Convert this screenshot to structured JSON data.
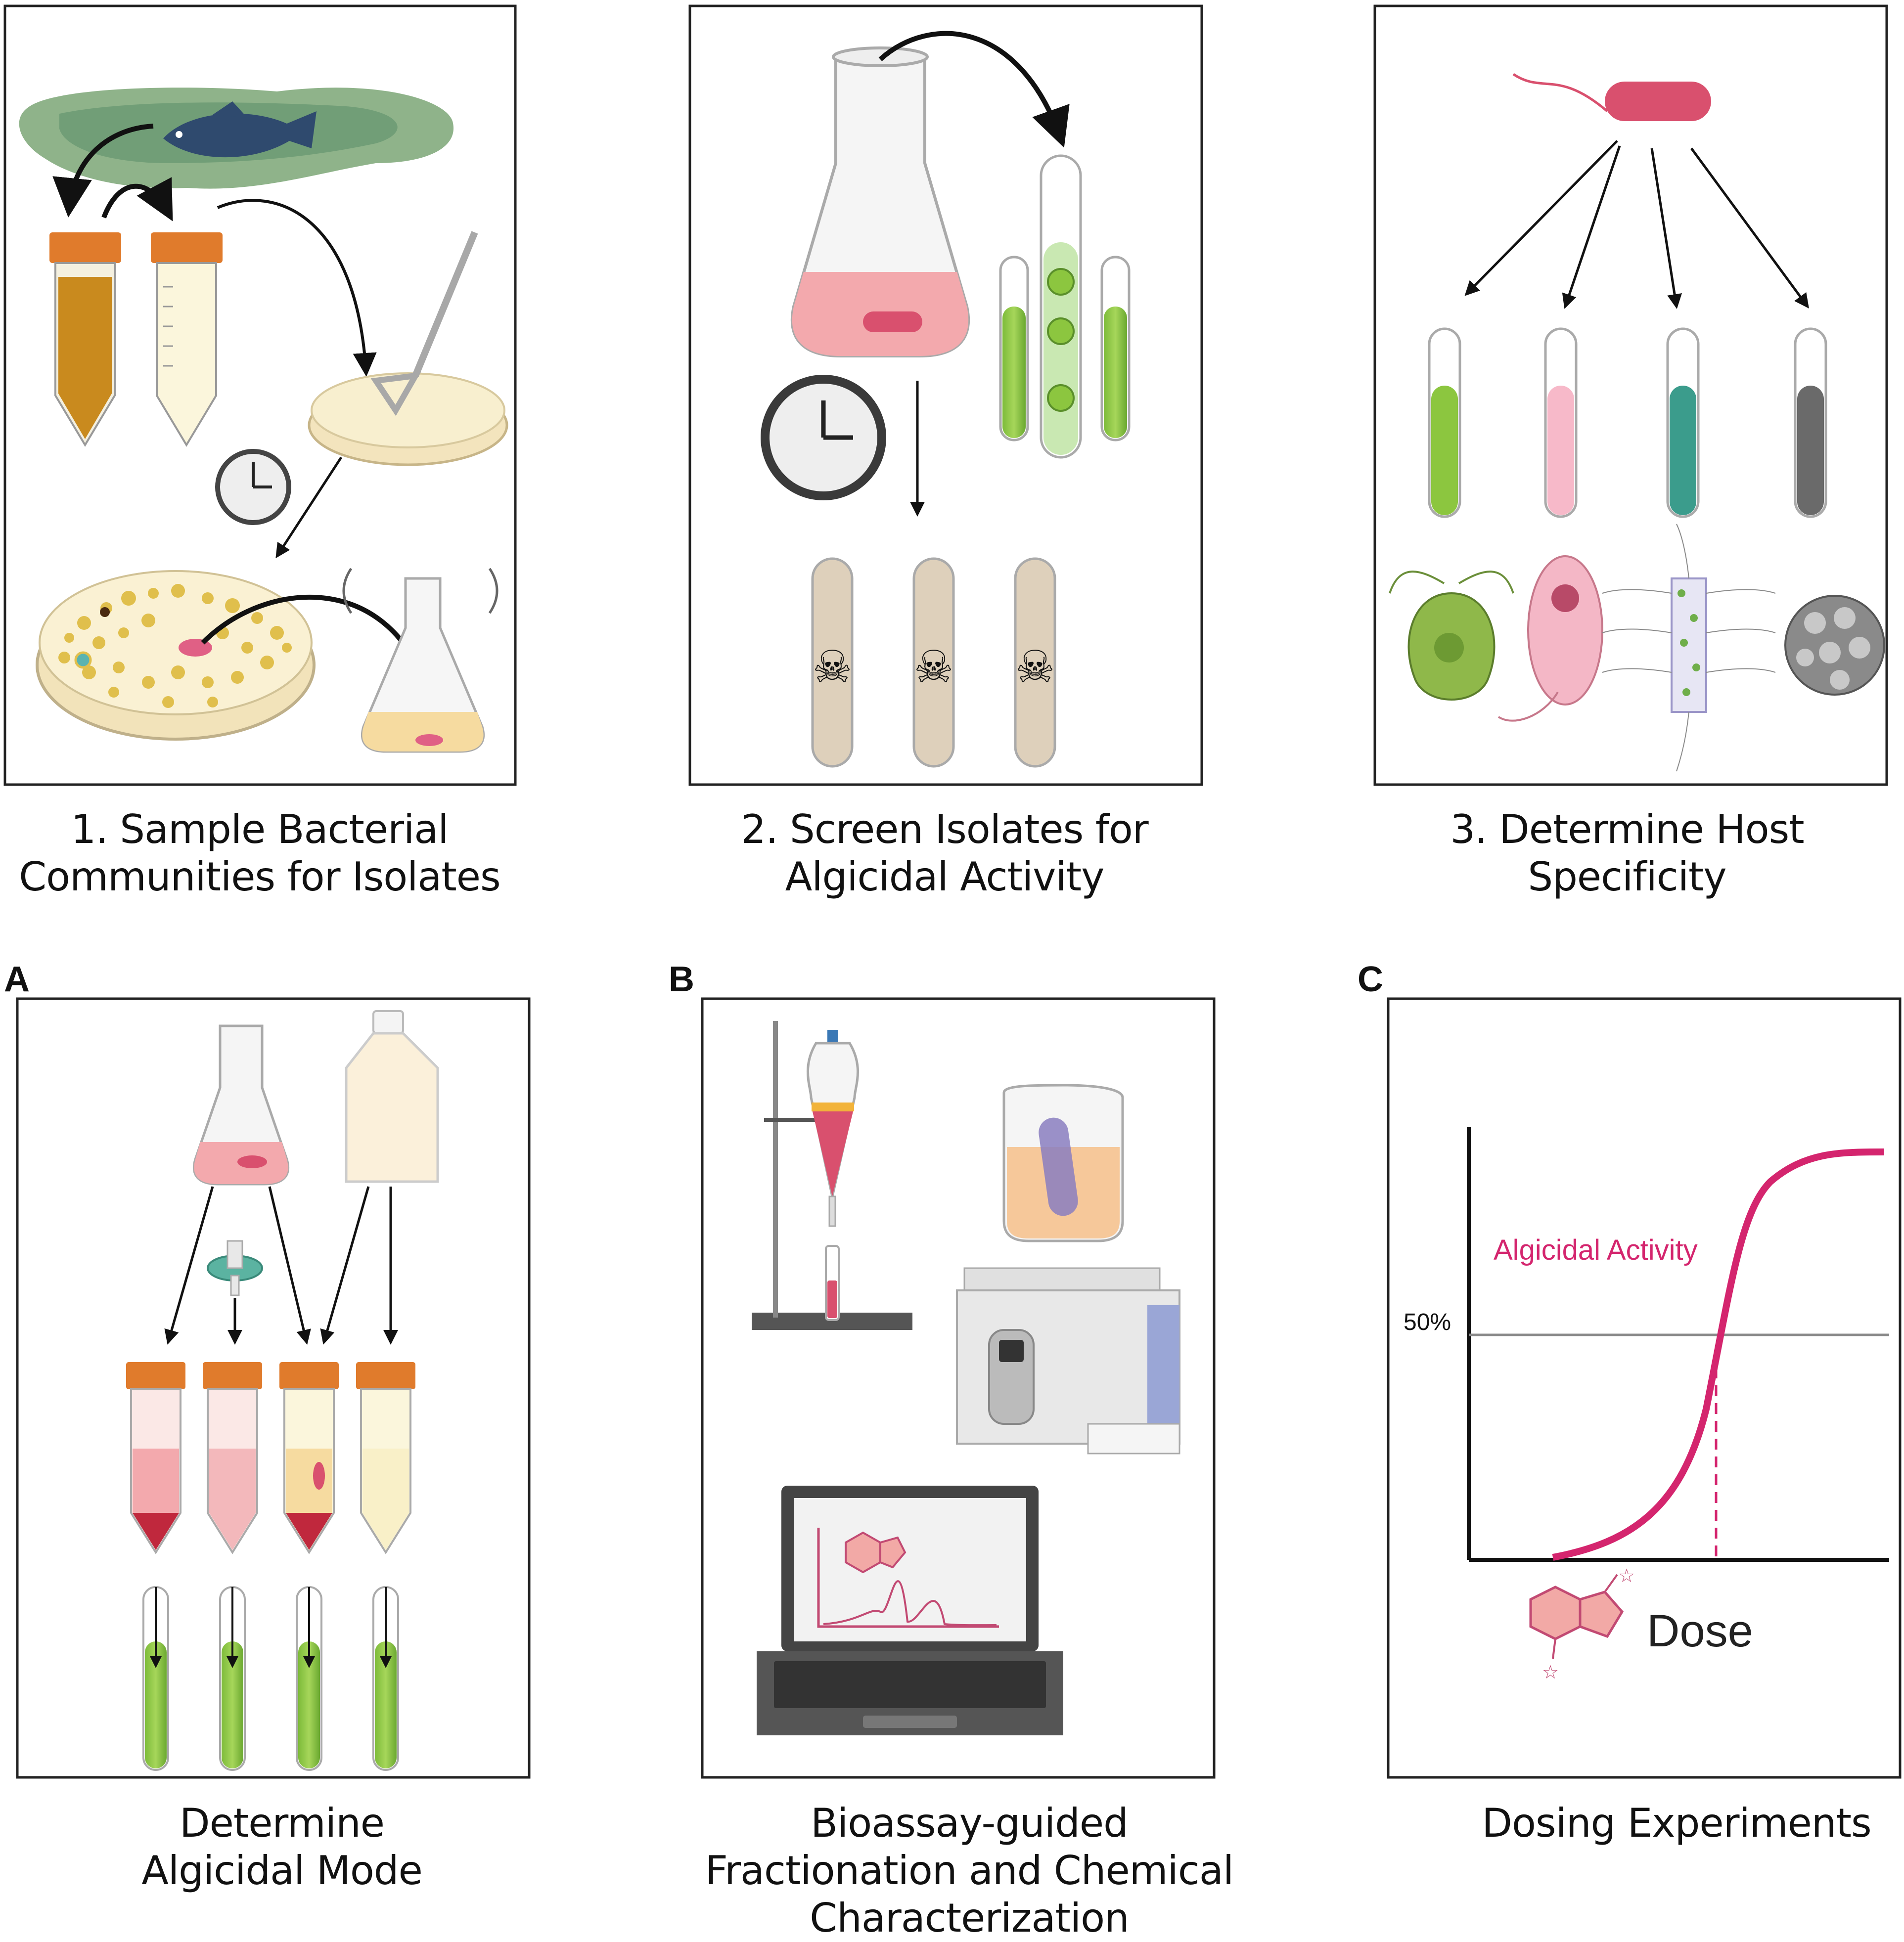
{
  "figure": {
    "top_panels": [
      {
        "caption": "1. Sample Bacterial Communities for Isolates"
      },
      {
        "caption": "2. Screen Isolates for Algicidal Activity"
      },
      {
        "caption": "3. Determine Host Specificity"
      }
    ],
    "bottom_panels": [
      {
        "letter": "A",
        "caption": "Determine Algicidal Mode"
      },
      {
        "letter": "B",
        "caption": "Bioassay-guided Fractionation and Chemical Characterization"
      },
      {
        "letter": "C",
        "caption": "Dosing Experiments"
      }
    ],
    "dosing_chart": {
      "curve_label": "Algicidal Activity",
      "threshold_label": "50%",
      "x_label": "Dose",
      "curve_color": "#d4256e"
    }
  },
  "colors": {
    "accent_pink": "#d4256e",
    "algae_green": "#8cc63f",
    "cap_orange": "#e07b2c",
    "frame": "#222222"
  }
}
